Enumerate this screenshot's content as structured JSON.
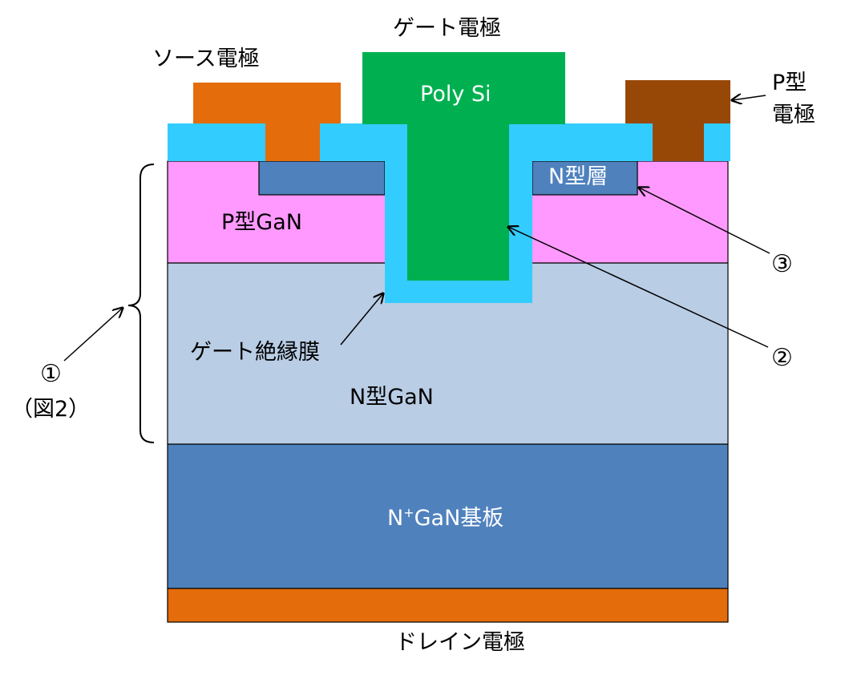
{
  "labels": {
    "gate_electrode": "ゲート電極",
    "source_electrode": "ソース電極",
    "p_electrode_line1": "P型",
    "p_electrode_line2": "電極",
    "poly_si": "Poly Si",
    "n_layer": "N型層",
    "p_gan": "P型GaN",
    "gate_insulator": "ゲート絶縁膜",
    "n_gan": "N型GaN",
    "substrate_prefix": "N",
    "substrate_sup": "+",
    "substrate_suffix": "GaN基板",
    "drain_electrode": "ドレイン電極",
    "callout_1": "①",
    "callout_1_sub": "（図2）",
    "callout_2": "②",
    "callout_3": "③"
  },
  "colors": {
    "source_electrode": "#E46C0A",
    "drain_electrode": "#E46C0A",
    "p_electrode": "#974806",
    "poly_si": "#00B050",
    "insulator": "#33CCFF",
    "p_gan": "#FF99FF",
    "n_layer": "#4F81BD",
    "n_gan": "#B9CDE5",
    "substrate": "#4F81BD"
  }
}
